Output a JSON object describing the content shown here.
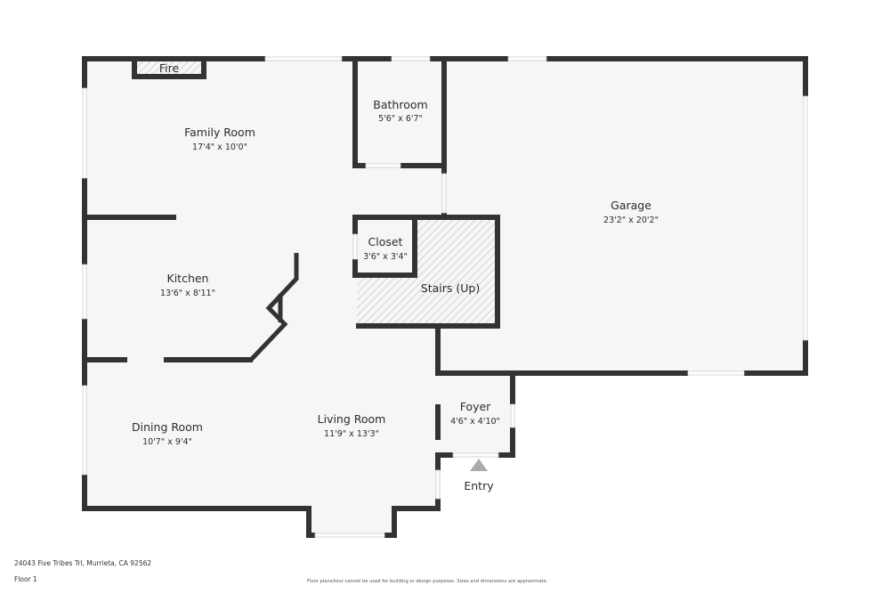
{
  "property": {
    "address": "24043 Five Tribes Trl, Murrieta, CA 92562",
    "floor": "Floor 1",
    "disclaimer": "Floor plans/tour cannot be used for building or design purposes. Sizes and dimensions are approximate."
  },
  "colors": {
    "wall": "#333333",
    "floor_fill": "#f6f6f6",
    "background": "#ffffff",
    "entry_marker": "#aaaaaa"
  },
  "rooms": {
    "family_room": {
      "name": "Family Room",
      "dimensions": "17'4\" x 10'0\""
    },
    "bathroom": {
      "name": "Bathroom",
      "dimensions": "5'6\" x 6'7\""
    },
    "garage": {
      "name": "Garage",
      "dimensions": "23'2\" x 20'2\""
    },
    "closet": {
      "name": "Closet",
      "dimensions": "3'6\" x 3'4\""
    },
    "stairs": {
      "name": "Stairs (Up)"
    },
    "kitchen": {
      "name": "Kitchen",
      "dimensions": "13'6\" x 8'11\""
    },
    "dining_room": {
      "name": "Dining Room",
      "dimensions": "10'7\" x 9'4\""
    },
    "living_room": {
      "name": "Living Room",
      "dimensions": "11'9\" x 13'3\""
    },
    "foyer": {
      "name": "Foyer",
      "dimensions": "4'6\" x 4'10\""
    },
    "fireplace": {
      "name": "Fire"
    }
  },
  "labels": {
    "entry": "Entry"
  }
}
